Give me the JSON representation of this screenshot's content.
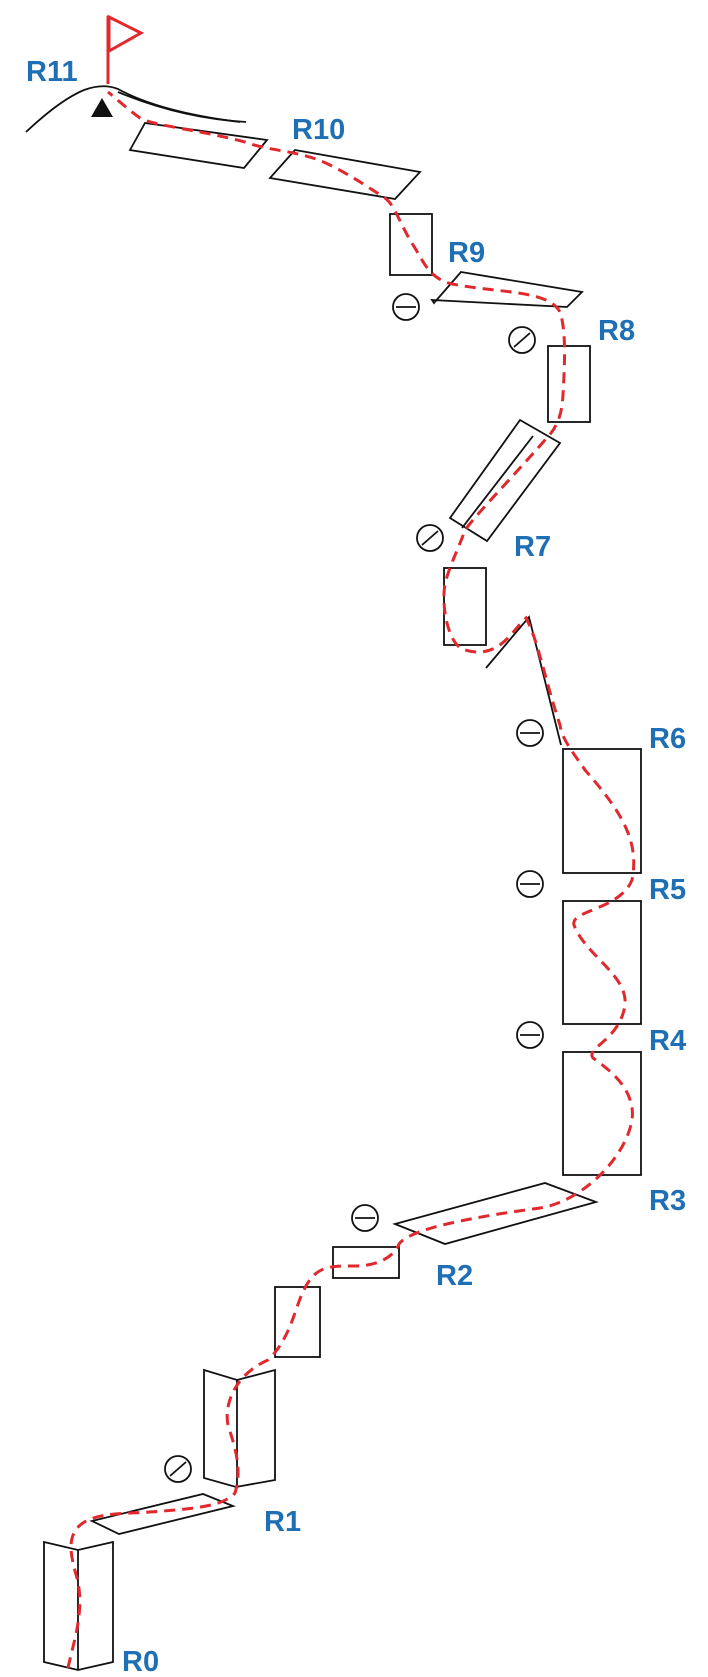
{
  "colors": {
    "label": "#1f6fb5",
    "route": "#e0282d",
    "flag": "#e0282d",
    "line": "#111111"
  },
  "icons": {
    "summit": "flag-icon",
    "start_marker": "triangle-icon",
    "protection": "bolt-icon"
  },
  "labels": {
    "r0": "R0",
    "r1": "R1",
    "r2": "R2",
    "r3": "R3",
    "r4": "R4",
    "r5": "R5",
    "r6": "R6",
    "r7": "R7",
    "r8": "R8",
    "r9": "R9",
    "r10": "R10",
    "r11": "R11"
  }
}
